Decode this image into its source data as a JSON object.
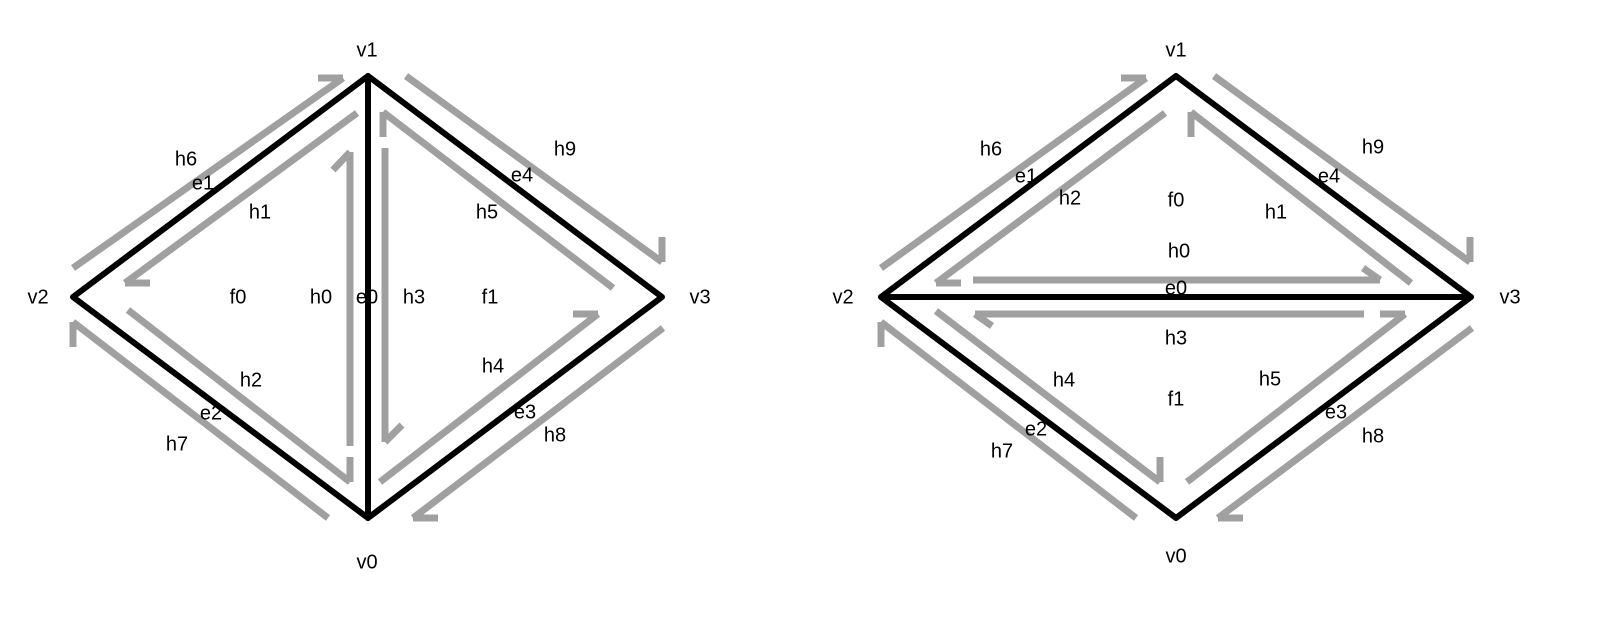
{
  "colors": {
    "edge": "#000000",
    "halfedge": "#a0a0a0",
    "background": "#ffffff"
  },
  "diagrams": [
    {
      "id": "left",
      "vertices": {
        "v0": "v0",
        "v1": "v1",
        "v2": "v2",
        "v3": "v3"
      },
      "edges": {
        "e0": "e0",
        "e1": "e1",
        "e2": "e2",
        "e3": "e3",
        "e4": "e4"
      },
      "faces": {
        "f0": "f0",
        "f1": "f1"
      },
      "halfedges": {
        "h0": "h0",
        "h1": "h1",
        "h2": "h2",
        "h3": "h3",
        "h4": "h4",
        "h5": "h5",
        "h6": "h6",
        "h7": "h7",
        "h8": "h8",
        "h9": "h9"
      }
    },
    {
      "id": "right",
      "vertices": {
        "v0": "v0",
        "v1": "v1",
        "v2": "v2",
        "v3": "v3"
      },
      "edges": {
        "e0": "e0",
        "e1": "e1",
        "e2": "e2",
        "e3": "e3",
        "e4": "e4"
      },
      "faces": {
        "f0": "f0",
        "f1": "f1"
      },
      "halfedges": {
        "h0": "h0",
        "h1": "h1",
        "h2": "h2",
        "h3": "h3",
        "h4": "h4",
        "h5": "h5",
        "h6": "h6",
        "h7": "h7",
        "h8": "h8",
        "h9": "h9"
      }
    }
  ]
}
